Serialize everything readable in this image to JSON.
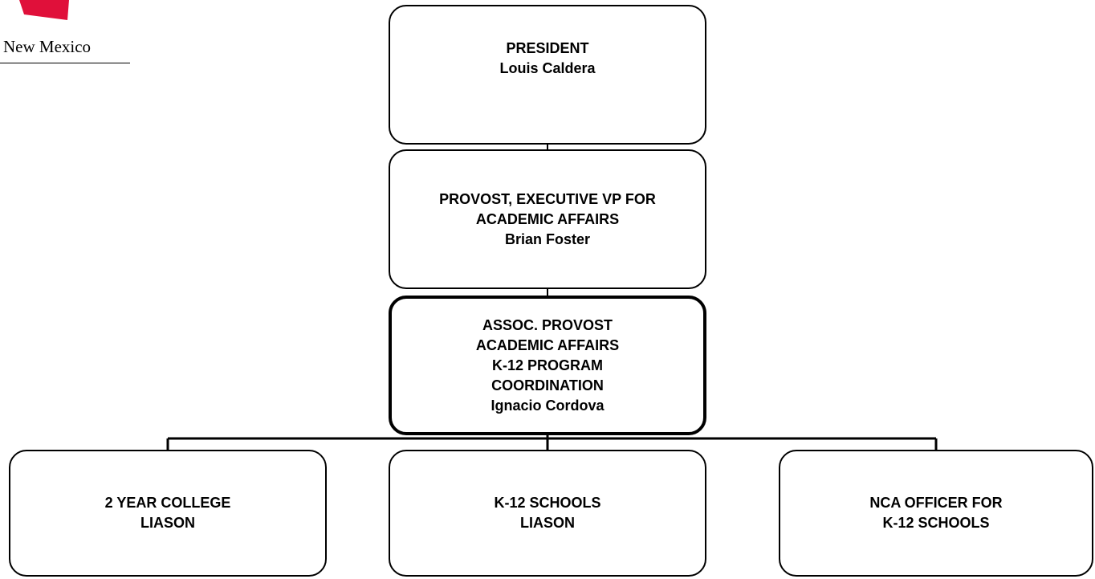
{
  "logo": {
    "text": "New Mexico",
    "color": "#e0103a"
  },
  "president": {
    "title": "PRESIDENT",
    "name": "Louis Caldera"
  },
  "provost": {
    "title_line1": "PROVOST, EXECUTIVE VP FOR",
    "title_line2": "ACADEMIC AFFAIRS",
    "name": "Brian Foster"
  },
  "assoc_provost": {
    "line1": "ASSOC. PROVOST",
    "line2": "ACADEMIC AFFAIRS",
    "line3": "K-12 PROGRAM",
    "line4": "COORDINATION",
    "name": "Ignacio Cordova"
  },
  "liasons": [
    {
      "line1": "2 YEAR COLLEGE",
      "line2": "LIASON"
    },
    {
      "line1": "K-12 SCHOOLS",
      "line2": "LIASON"
    },
    {
      "line1": "NCA OFFICER FOR",
      "line2": "K-12 SCHOOLS"
    }
  ]
}
